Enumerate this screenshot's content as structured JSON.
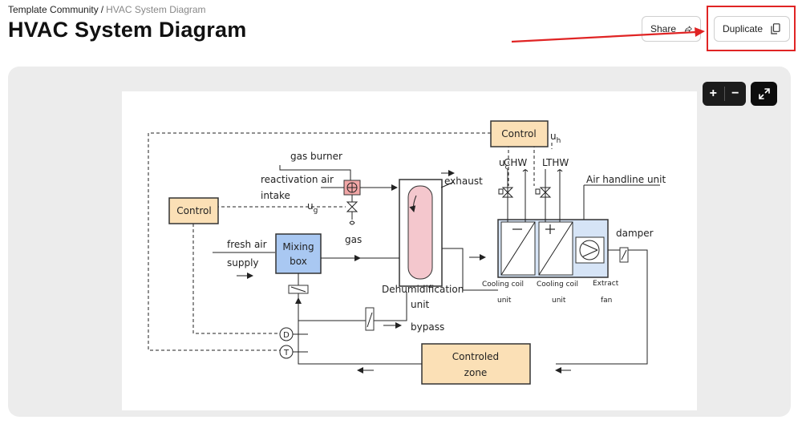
{
  "breadcrumb": {
    "root": "Template Community",
    "separator": "/",
    "current": "HVAC System Diagram"
  },
  "page": {
    "title": "HVAC System Diagram"
  },
  "actions": {
    "share_label": "Share",
    "duplicate_label": "Duplicate"
  },
  "canvas": {
    "zoom_in": "+",
    "zoom_out": "−"
  },
  "diagram": {
    "control_top": "Control",
    "control_left": "Control",
    "u_h": "u",
    "u_h_sub": "h",
    "u_c": "u",
    "u_c_sub": "c",
    "chw": "CHW",
    "lthw": "LTHW",
    "gas_burner": "gas burner",
    "reactivation_air": "reactivation air",
    "intake": "intake",
    "u_g": "u",
    "u_g_sub": "g",
    "gas": "gas",
    "exhaust": "exhaust",
    "air_handling_unit": "Air handline unit",
    "fresh_air": "fresh air",
    "supply": "supply",
    "mixing_box_1": "Mixing",
    "mixing_box_2": "box",
    "dehumidification_1": "Dehumidification",
    "dehumidification_2": "unit",
    "cooling_coil_1": "Cooling coil",
    "cooling_coil_2": "unit",
    "cooling_coil_b_1": "Cooling coil",
    "cooling_coil_b_2": "unit",
    "extract_1": "Extract",
    "extract_2": "fan",
    "damper": "damper",
    "bypass": "bypass",
    "sensor_d": "D",
    "sensor_t": "T",
    "controlled_zone_1": "Controled",
    "controlled_zone_2": "zone"
  }
}
